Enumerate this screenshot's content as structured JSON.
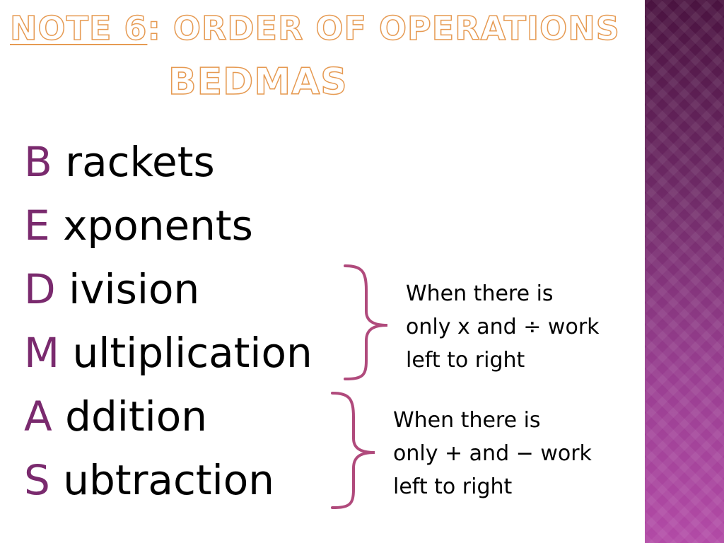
{
  "slide": {
    "title_note": "NOTE 6",
    "title_rest": ": ORDER OF OPERATIONS",
    "subtitle": "BEDMAS"
  },
  "acronym": [
    {
      "letter": "B",
      "rest": " rackets"
    },
    {
      "letter": "E",
      "rest": " xponents"
    },
    {
      "letter": "D",
      "rest": " ivision"
    },
    {
      "letter": "M",
      "rest": " ultiplication"
    },
    {
      "letter": "A",
      "rest": " ddition"
    },
    {
      "letter": "S",
      "rest": " ubtraction"
    }
  ],
  "notes": {
    "division_multiplication": [
      "When there is",
      "only x and ÷ work",
      "left to right"
    ],
    "addition_subtraction": [
      "When there is",
      "only + and − work",
      "left to right"
    ]
  },
  "colors": {
    "accent_letter": "#7a2a6e",
    "title_outline": "#e69a52",
    "bracket": "#b04a7c",
    "side_band": "#8a3880"
  }
}
